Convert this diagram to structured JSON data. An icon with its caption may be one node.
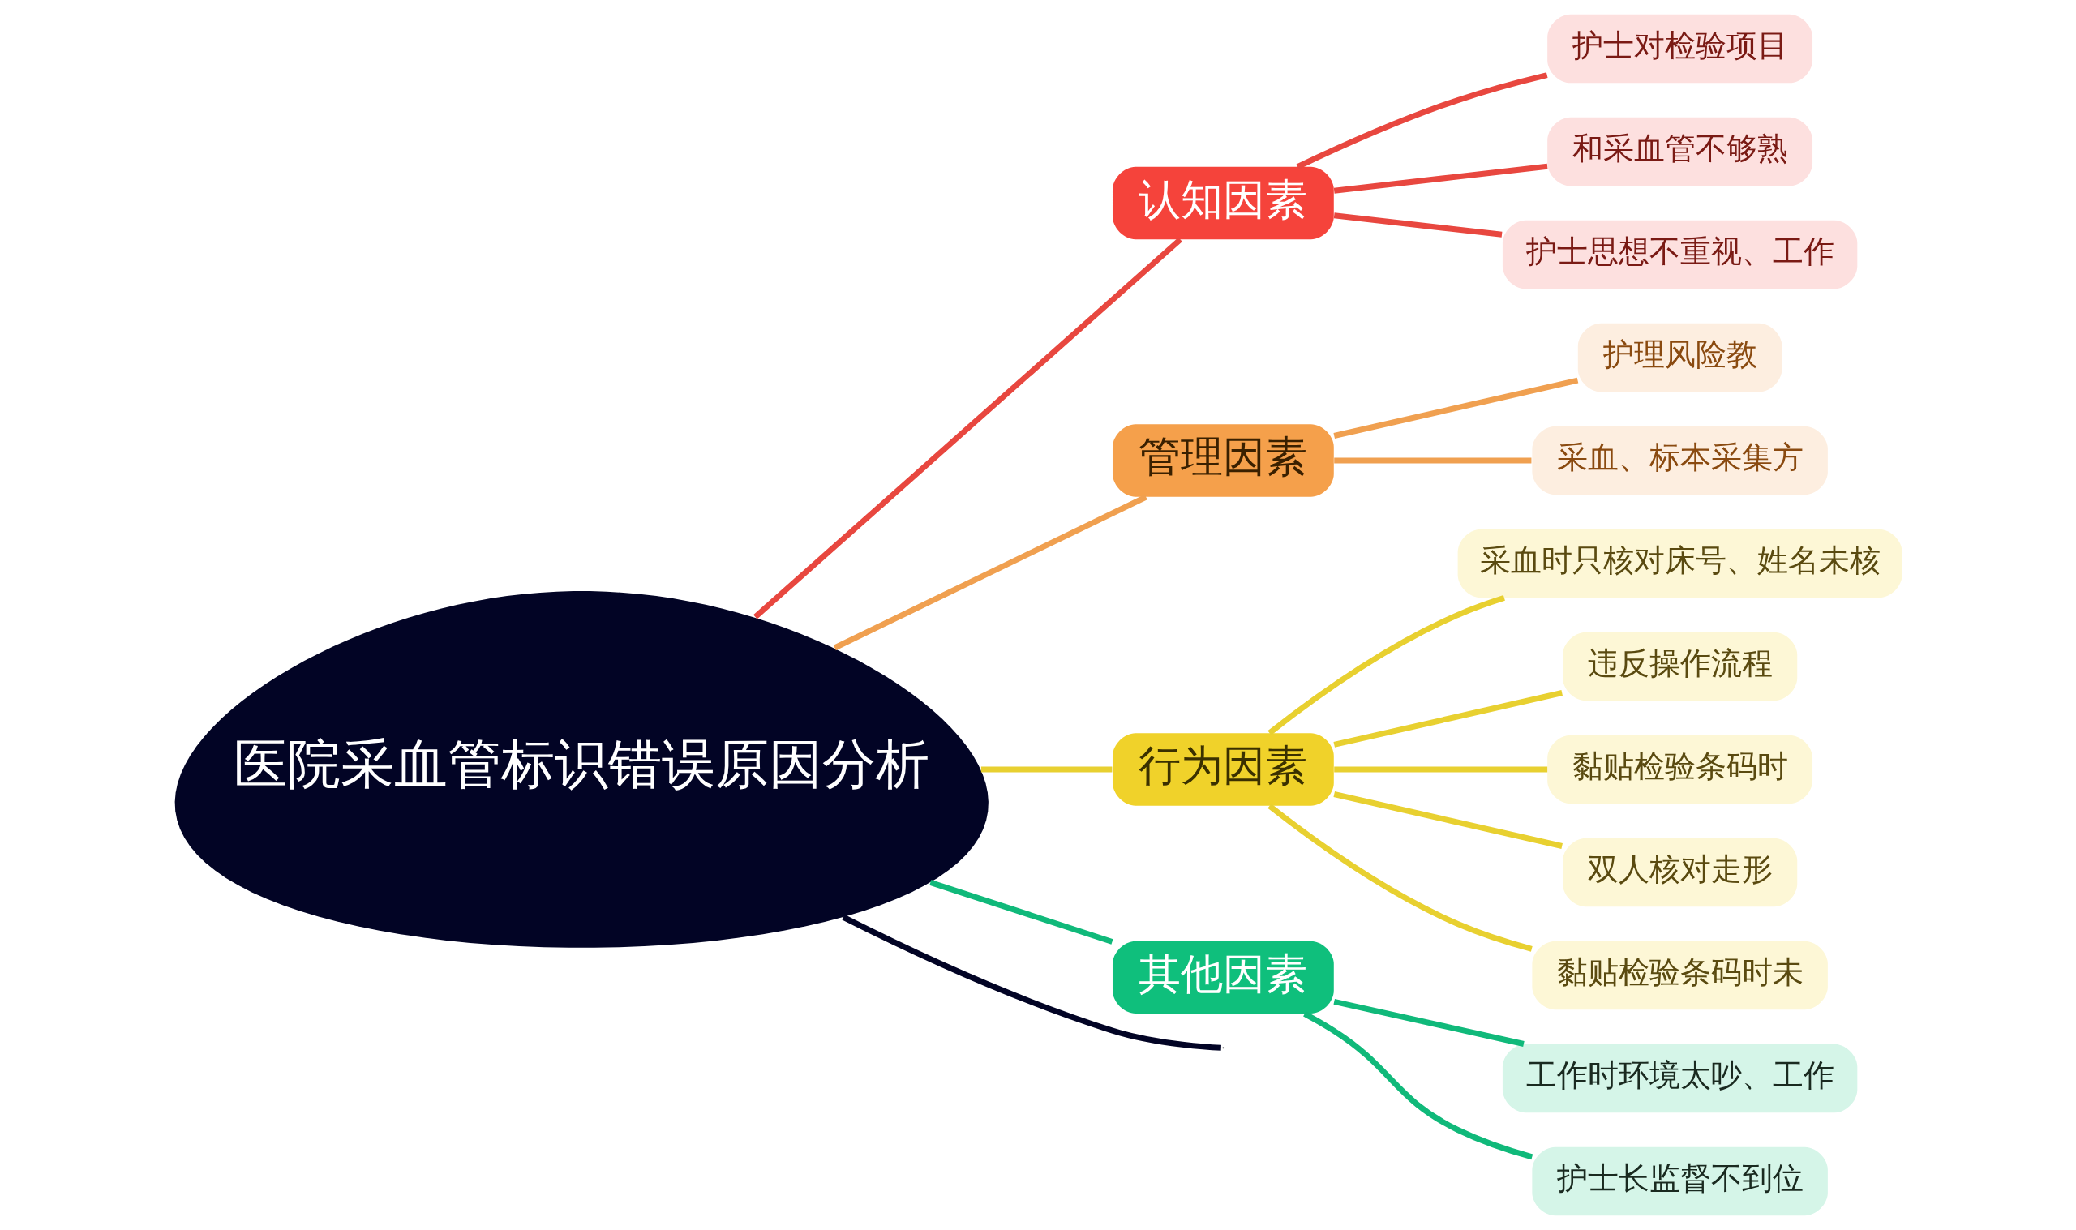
{
  "diagram": {
    "nodes": [
      {
        "text": [
          "医院采血管标识错误原因分析"
        ]
      },
      {
        "text": [
          "认知因素"
        ]
      },
      {
        "text": [
          "护士对检验项目"
        ]
      },
      {
        "text": [
          "和采血管不够熟"
        ]
      },
      {
        "text": [
          "护士思想不重视、工作"
        ]
      },
      {
        "text": [
          "管理因素"
        ]
      },
      {
        "text": [
          "护理风险教"
        ]
      },
      {
        "text": [
          "采血、标本采集方"
        ]
      },
      {
        "text": [
          "行为因素"
        ]
      },
      {
        "text": [
          "采血时只核对床号、姓名未核"
        ]
      },
      {
        "text": [
          "违反操作流程"
        ]
      },
      {
        "text": [
          "黏贴检验条码时"
        ]
      },
      {
        "text": [
          "双人核对走形"
        ]
      },
      {
        "text": [
          "黏贴检验条码时未"
        ]
      },
      {
        "text": [
          "其他因素"
        ]
      },
      {
        "text": [
          "工作时环境太吵、工作"
        ]
      },
      {
        "text": [
          "护士长监督不到位"
        ]
      }
    ],
    "edges": [
      {
        "from": 0,
        "to": null,
        "arrow": "none",
        "color": "#020425"
      },
      {
        "from": 0,
        "to": 1,
        "arrow": "none",
        "color": "#e8473f"
      },
      {
        "from": 1,
        "to": 2,
        "arrow": "none",
        "color": "#e8473f"
      },
      {
        "from": 1,
        "to": 3,
        "arrow": "none",
        "color": "#e8473f"
      },
      {
        "from": 1,
        "to": 4,
        "arrow": "none",
        "color": "#e8473f"
      },
      {
        "from": 0,
        "to": 5,
        "arrow": "none",
        "color": "#f0a050"
      },
      {
        "from": 5,
        "to": 6,
        "arrow": "none",
        "color": "#f0a050"
      },
      {
        "from": 5,
        "to": 7,
        "arrow": "none",
        "color": "#f0a050"
      },
      {
        "from": 0,
        "to": 8,
        "arrow": "none",
        "color": "#e8d030"
      },
      {
        "from": 8,
        "to": 9,
        "arrow": "none",
        "color": "#e8d030"
      },
      {
        "from": 8,
        "to": 10,
        "arrow": "none",
        "color": "#e8d030"
      },
      {
        "from": 8,
        "to": 11,
        "arrow": "none",
        "color": "#e8d030"
      },
      {
        "from": 8,
        "to": 12,
        "arrow": "none",
        "color": "#e8d030"
      },
      {
        "from": 8,
        "to": 13,
        "arrow": "none",
        "color": "#e8d030"
      },
      {
        "from": 0,
        "to": 14,
        "arrow": "none",
        "color": "#10b97a"
      },
      {
        "from": 14,
        "to": 15,
        "arrow": "none",
        "color": "#10b97a"
      },
      {
        "from": 14,
        "to": 16,
        "arrow": "none",
        "color": "#10b97a"
      }
    ]
  }
}
